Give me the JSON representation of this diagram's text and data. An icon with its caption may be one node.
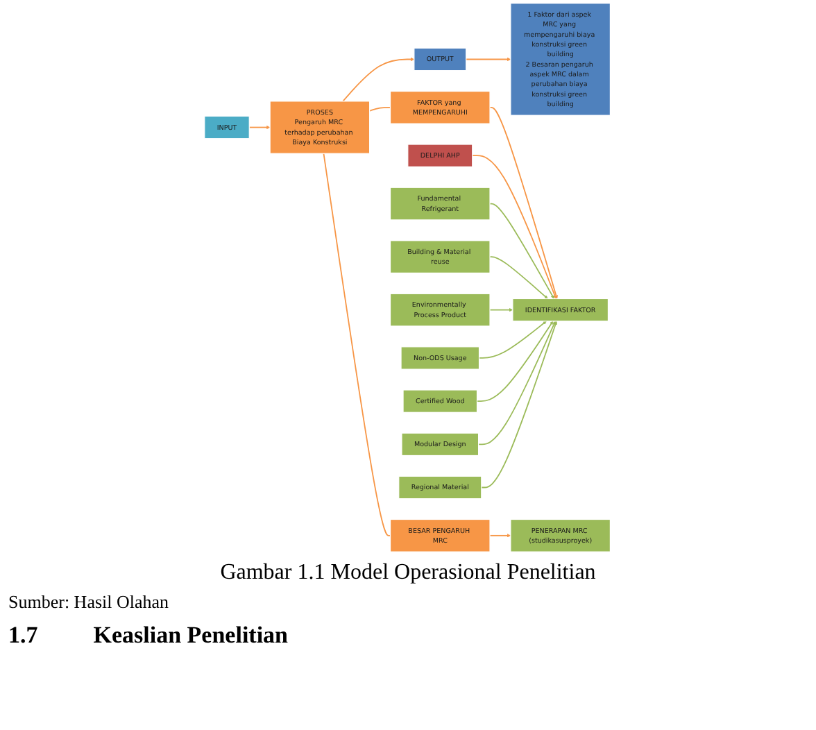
{
  "diagram": {
    "caption": "Gambar 1.1 Model Operasional Penelitian",
    "nodes": [
      {
        "text": [
          "INPUT"
        ]
      },
      {
        "text": [
          "PROSES",
          "Pengaruh MRC terhadap perubahan Biaya Konstruksi"
        ]
      },
      {
        "text": [
          "OUTPUT"
        ]
      },
      {
        "text": [
          "1 Faktor dari aspek MRC yang mempengaruhi biaya konstruksi green building",
          "2 Besaran pengaruh aspek MRC dalam perubahan biaya konstruksi green building"
        ]
      },
      {
        "text": [
          "FAKTOR yang MEMPENGARUHI"
        ]
      },
      {
        "text": [
          "BESAR PENGARUH MRC"
        ]
      },
      {
        "text": [
          "IDENTIFIKASI FAKTOR"
        ]
      },
      {
        "text": [
          "PENERAPAN MRC (studikasusproyek)"
        ]
      },
      {
        "text": [
          "DELPHI AHP"
        ]
      },
      {
        "text": [
          "Fundamental Refrigerant"
        ]
      },
      {
        "text": [
          "Building & Material reuse"
        ]
      },
      {
        "text": [
          "Environmentally Process Product"
        ]
      },
      {
        "text": [
          "Non-ODS Usage"
        ]
      },
      {
        "text": [
          "Certified Wood"
        ]
      },
      {
        "text": [
          "Modular Design"
        ]
      },
      {
        "text": [
          "Regional Material"
        ]
      }
    ],
    "edges": [
      {
        "from": 0,
        "to": 1,
        "arrow": "to"
      },
      {
        "from": 1,
        "to": 2,
        "arrow": "to"
      },
      {
        "from": 2,
        "to": 3,
        "arrow": "to"
      },
      {
        "from": 1,
        "to": 4,
        "arrow": "none"
      },
      {
        "from": 1,
        "to": 5,
        "arrow": "none"
      },
      {
        "from": 4,
        "to": 6,
        "arrow": "to"
      },
      {
        "from": 5,
        "to": 7,
        "arrow": "to"
      },
      {
        "from": 8,
        "to": 6,
        "arrow": "to"
      },
      {
        "from": 9,
        "to": 6,
        "arrow": "to",
        "color": "#9bbb59"
      },
      {
        "from": 10,
        "to": 6,
        "arrow": "to",
        "color": "#9bbb59"
      },
      {
        "from": 11,
        "to": 6,
        "arrow": "to",
        "color": "#9bbb59"
      },
      {
        "from": 12,
        "to": 6,
        "arrow": "to",
        "color": "#9bbb59"
      },
      {
        "from": 13,
        "to": 6,
        "arrow": "to",
        "color": "#9bbb59"
      },
      {
        "from": 14,
        "to": 6,
        "arrow": "to",
        "color": "#9bbb59"
      },
      {
        "from": 15,
        "to": 6,
        "arrow": "to",
        "color": "#9bbb59"
      }
    ],
    "labels": [
      "Sumber: Hasil Olahan",
      "1.7",
      "Keaslian Penelitian"
    ]
  }
}
